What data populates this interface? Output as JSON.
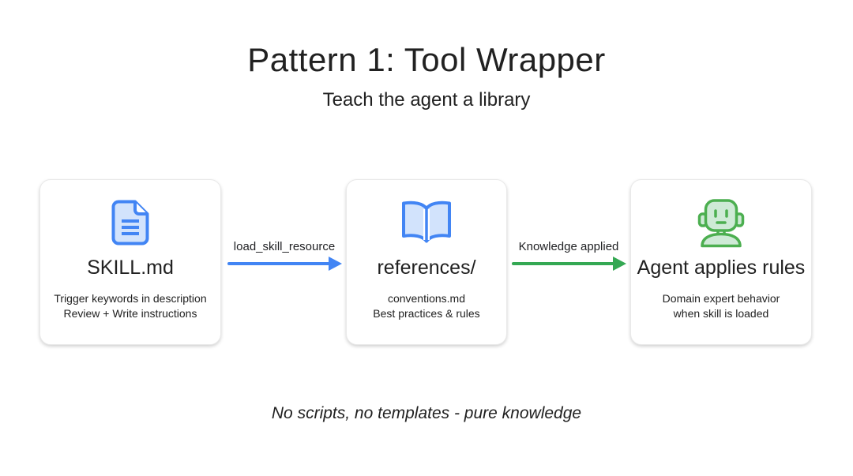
{
  "slide": {
    "title": "Pattern 1: Tool Wrapper",
    "subtitle": "Teach the agent a library",
    "footer": "No scripts, no templates - pure knowledge"
  },
  "cards": [
    {
      "icon": "file-document-icon",
      "title": "SKILL.md",
      "desc_line1": "Trigger keywords in description",
      "desc_line2": "Review + Write instructions"
    },
    {
      "icon": "open-book-icon",
      "title": "references/",
      "desc_line1": "conventions.md",
      "desc_line2": "Best practices & rules"
    },
    {
      "icon": "robot-icon",
      "title": "Agent applies rules",
      "desc_line1": "Domain expert behavior",
      "desc_line2": "when skill is loaded"
    }
  ],
  "arrows": [
    {
      "label": "load_skill_resource",
      "color": "#4285f4"
    },
    {
      "label": "Knowledge applied",
      "color": "#34a853"
    }
  ],
  "colors": {
    "accent_blue": "#4285f4",
    "accent_green": "#34a853",
    "icon_blue_fill": "#d2e3fc",
    "icon_green_fill": "#ceead6",
    "icon_green_stroke": "#4caf50",
    "text": "#212121",
    "card_border": "#e9e9e9",
    "background": "#ffffff"
  }
}
